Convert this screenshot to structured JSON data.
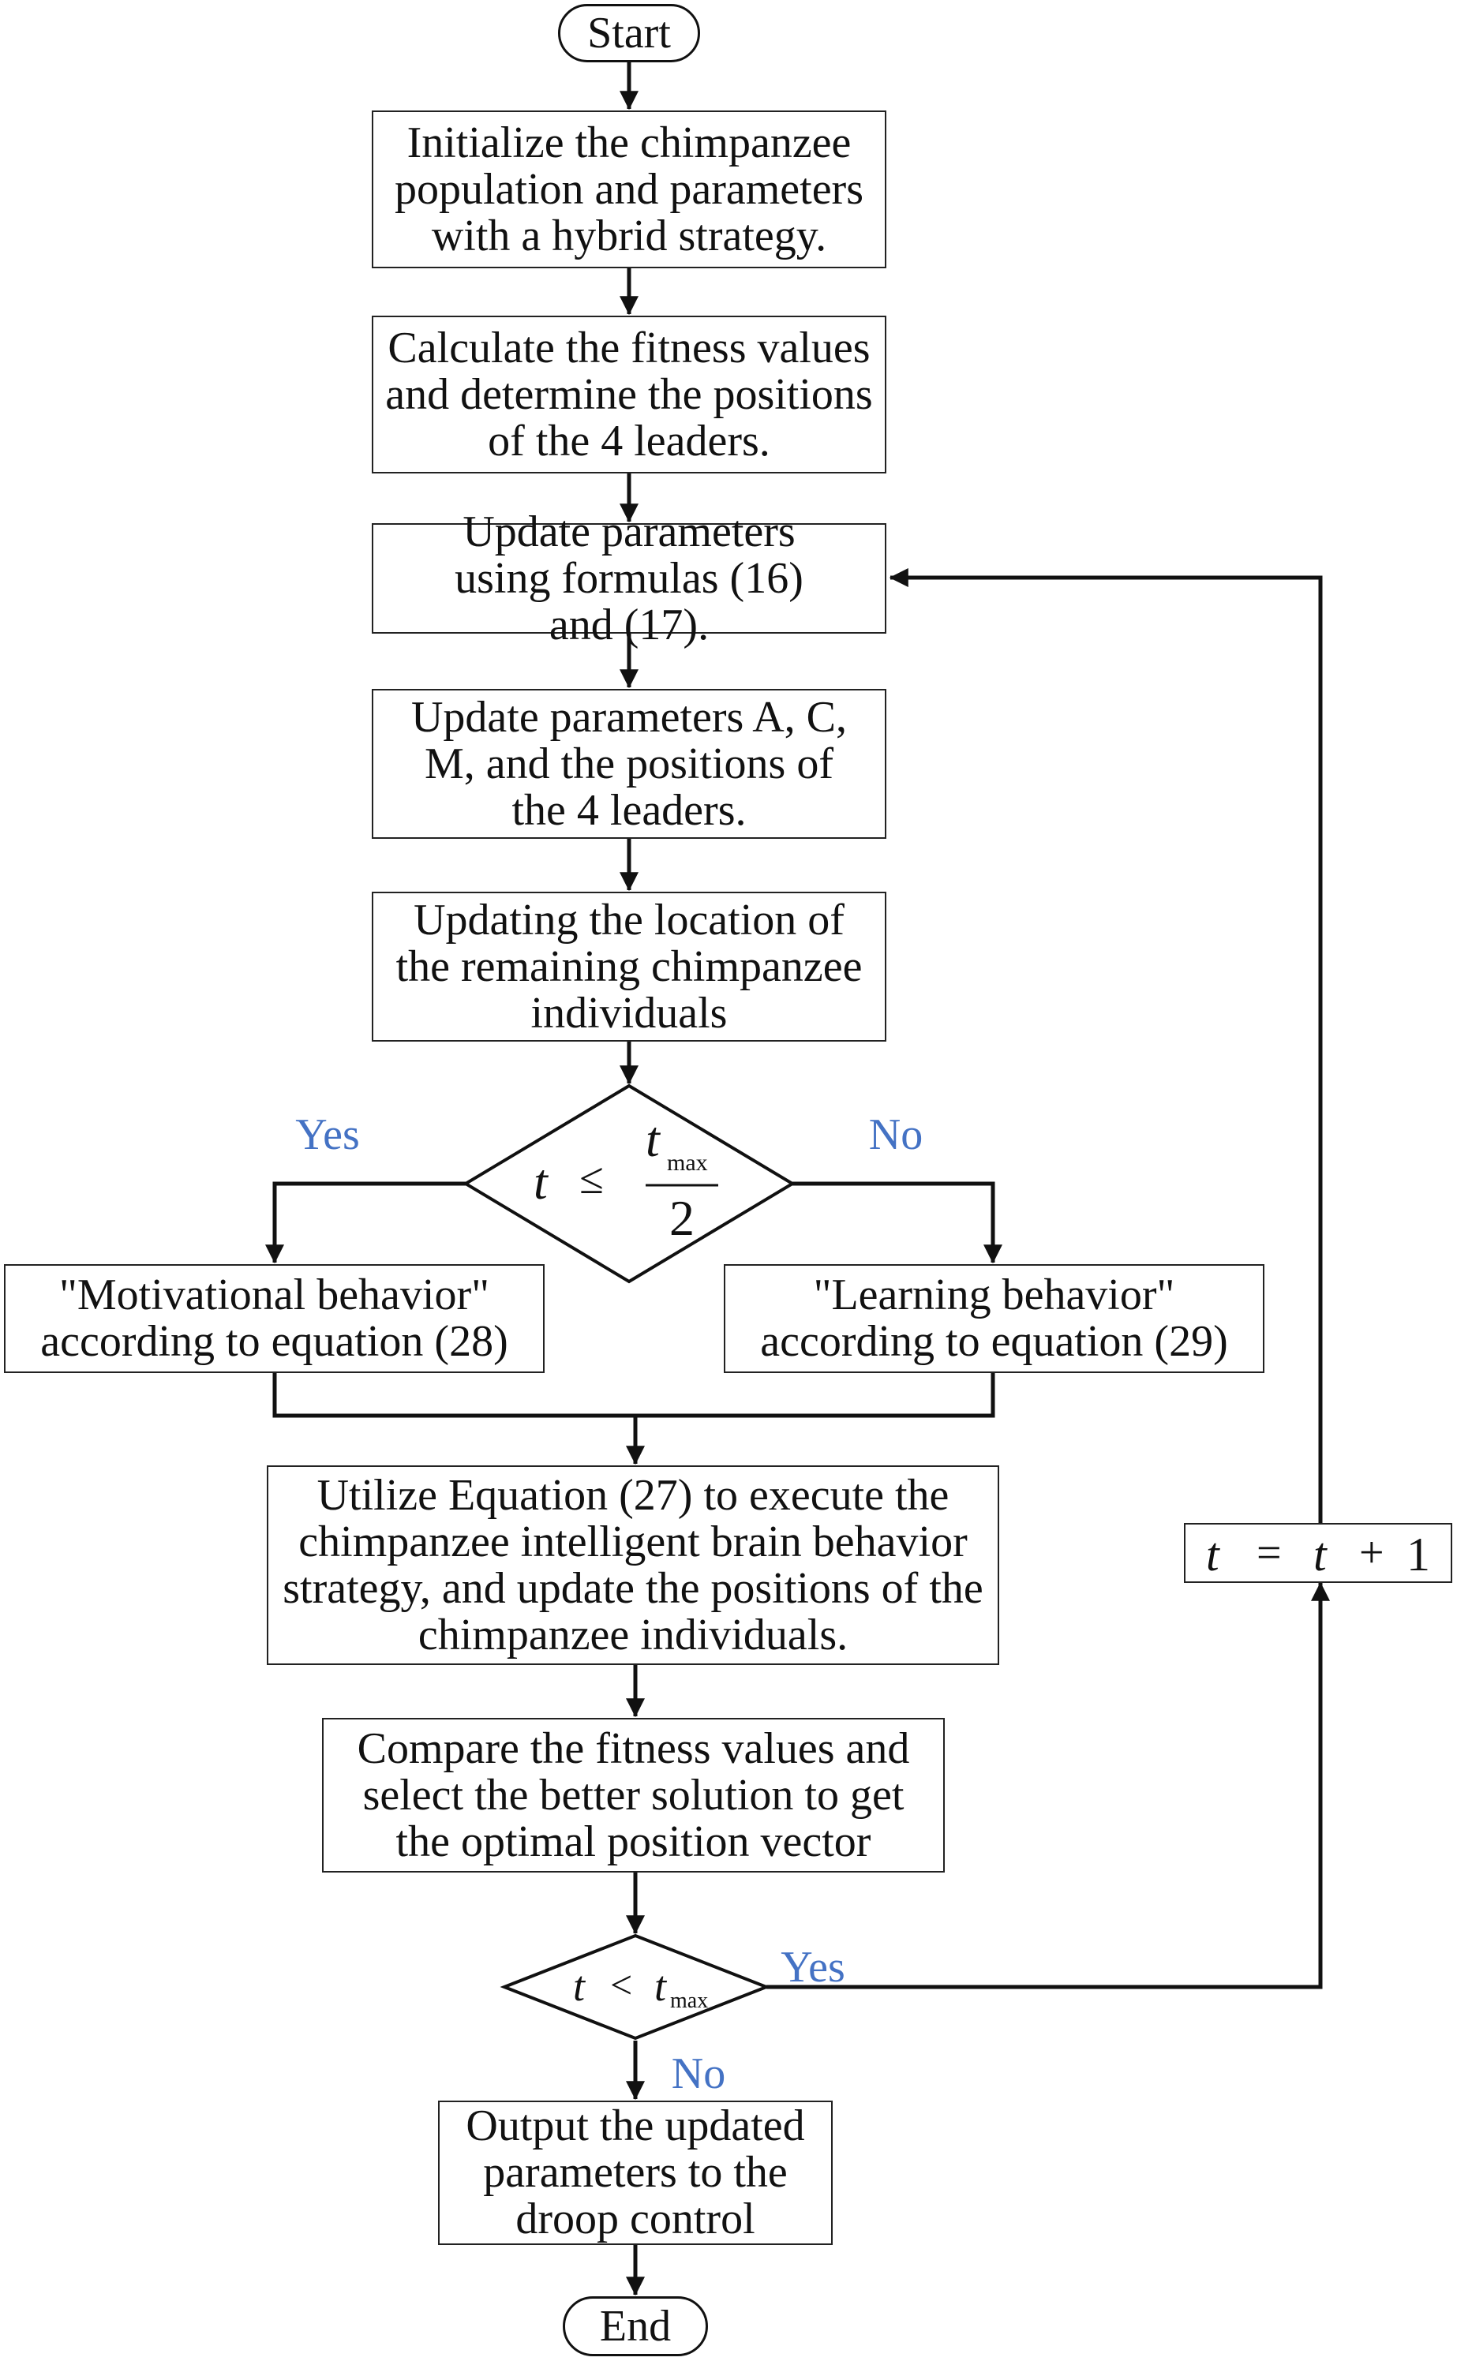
{
  "flowchart": {
    "start": {
      "label": "Start"
    },
    "step_init": {
      "label": "Initialize the chimpanzee population and parameters with a hybrid strategy."
    },
    "step_fitness": {
      "label": "Calculate the fitness values and determine the positions of the 4 leaders."
    },
    "step_update_formulas": {
      "label": "Update parameters using formulas (16) and (17)."
    },
    "step_update_acm": {
      "label": "Update parameters A, C, M, and the positions of the 4 leaders."
    },
    "step_update_location": {
      "label": "Updating the location of the remaining chimpanzee individuals"
    },
    "decision_half": {
      "var": "t",
      "op": "≤",
      "numerator": "t",
      "numerator_sub": "max",
      "denominator": "2",
      "yes_label": "Yes",
      "no_label": "No"
    },
    "step_motivational": {
      "label": "\"Motivational behavior\" according to equation (28)"
    },
    "step_learning": {
      "label": "\"Learning behavior\" according to equation (29)"
    },
    "step_brain": {
      "label": "Utilize Equation (27) to execute the chimpanzee intelligent brain behavior strategy, and update the positions of the chimpanzee individuals."
    },
    "step_compare": {
      "label": "Compare the fitness values and select the better solution to get the optimal position vector"
    },
    "decision_max": {
      "var": "t",
      "op": "<",
      "rhs": "t",
      "rhs_sub": "max",
      "yes_label": "Yes",
      "no_label": "No"
    },
    "step_increment": {
      "lhs": "t",
      "eq": "=",
      "rhs_var": "t",
      "plus": "+",
      "one": "1"
    },
    "step_output": {
      "label": "Output the updated parameters to the droop control"
    },
    "end": {
      "label": "End"
    }
  },
  "colors": {
    "line": "#111111",
    "text": "#111111",
    "branch_label": "#4472C4"
  }
}
